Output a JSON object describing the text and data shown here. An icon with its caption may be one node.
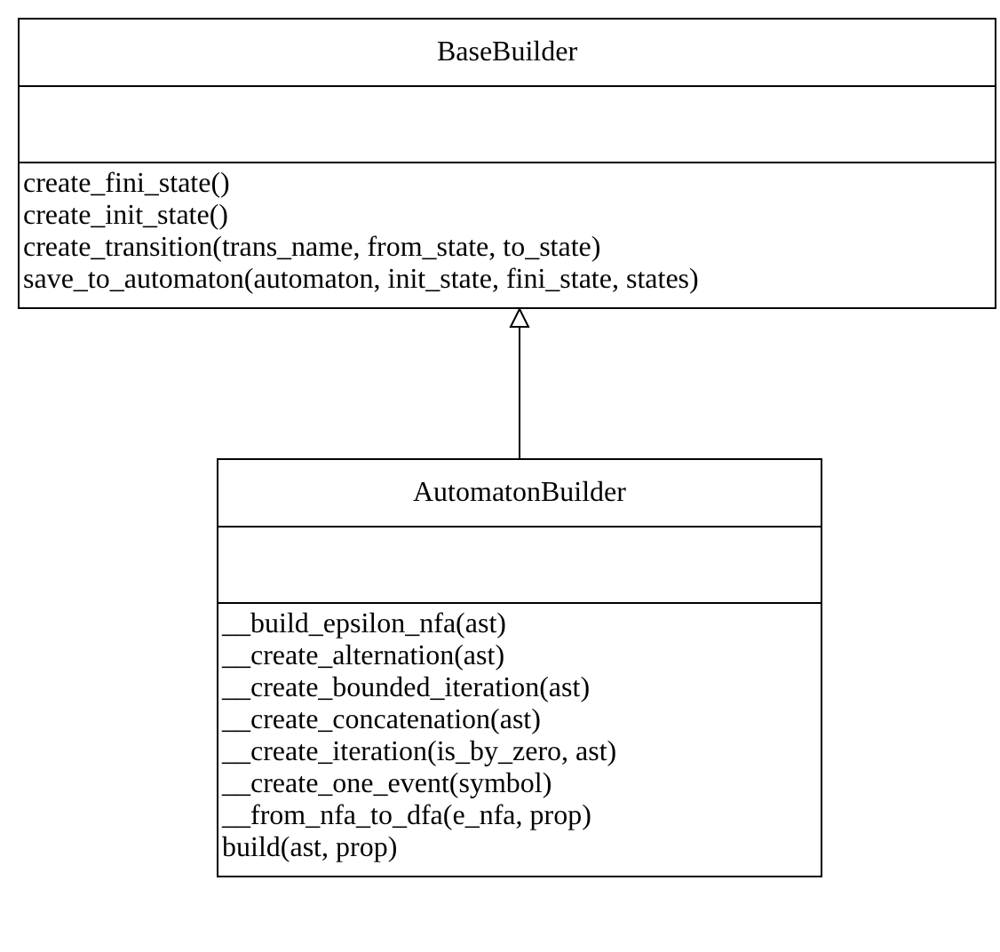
{
  "diagram": {
    "nodes": [
      {
        "text": [
          "BaseBuilder",
          "create_fini_state()",
          "create_init_state()",
          "create_transition(trans_name, from_state, to_state)",
          "save_to_automaton(automaton, init_state, fini_state, states)"
        ]
      },
      {
        "text": [
          "AutomatonBuilder",
          "__build_epsilon_nfa(ast)",
          "__create_alternation(ast)",
          "__create_bounded_iteration(ast)",
          "__create_concatenation(ast)",
          "__create_iteration(is_by_zero, ast)",
          "__create_one_event(symbol)",
          "__from_nfa_to_dfa(e_nfa, prop)",
          "build(ast, prop)"
        ]
      }
    ],
    "edges": [
      {
        "from": 1,
        "to": 0,
        "arrow": "to"
      }
    ]
  }
}
